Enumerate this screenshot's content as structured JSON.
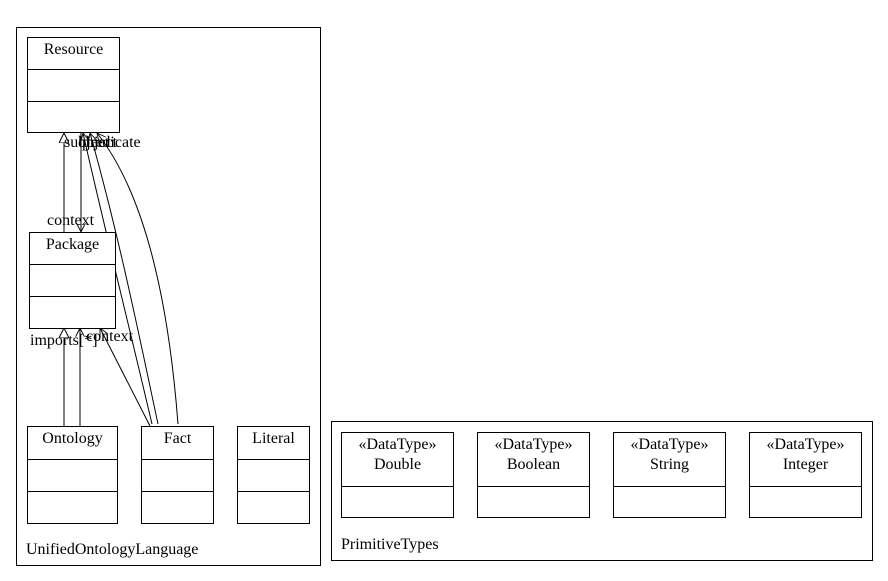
{
  "packages": {
    "uol": {
      "label": "UnifiedOntologyLanguage"
    },
    "primitive": {
      "label": "PrimitiveTypes"
    }
  },
  "classes": {
    "resource": {
      "name": "Resource"
    },
    "package": {
      "name": "Package"
    },
    "ontology": {
      "name": "Ontology"
    },
    "fact": {
      "name": "Fact"
    },
    "literal": {
      "name": "Literal"
    },
    "double": {
      "stereotype": "«DataType»",
      "name": "Double"
    },
    "boolean": {
      "stereotype": "«DataType»",
      "name": "Boolean"
    },
    "string": {
      "stereotype": "«DataType»",
      "name": "String"
    },
    "integer": {
      "stereotype": "«DataType»",
      "name": "Integer"
    }
  },
  "roles": {
    "subject": "subject",
    "object": "object",
    "predicate": "predicate",
    "context_top": "context",
    "imports": "imports[*]",
    "context_bottom": "context"
  }
}
